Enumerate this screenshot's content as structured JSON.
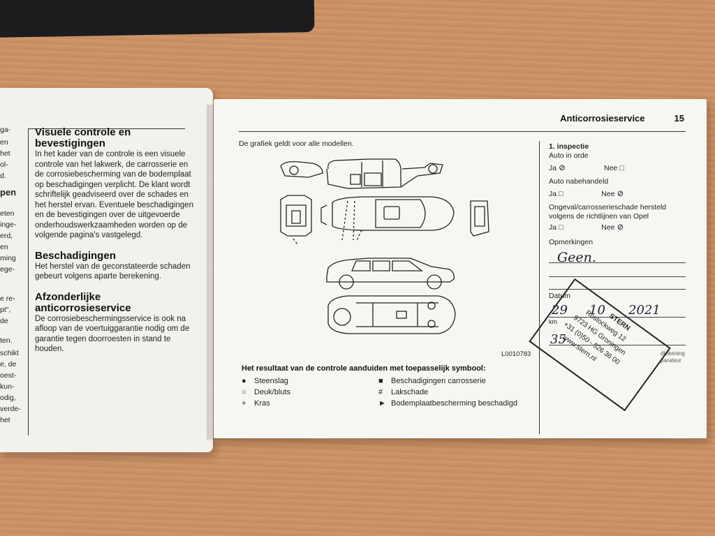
{
  "left_page": {
    "fragments": [
      "ga-",
      "en",
      "het",
      "ol-",
      "d.",
      "pen",
      "eten",
      "inge-",
      "erd,",
      "en",
      "ming",
      "ege-",
      "e re-",
      "pt\",",
      "de",
      "ten.",
      "schikt",
      "e, de",
      "oest-",
      "kun-",
      "odig,",
      "verde-",
      "het"
    ],
    "sections": [
      {
        "title": "Visuele controle en bevestigingen",
        "body": "In het kader van de controle is een visuele controle van het lakwerk, de carrosserie en de corrosiebescherming van de bodemplaat op beschadigingen verplicht. De klant wordt schriftelijk geadviseerd over de schades en het herstel ervan. Eventuele beschadigingen en de bevestigingen over de uitgevoerde onderhoudswerkzaamheden worden op de volgende pagina's vastgelegd."
      },
      {
        "title": "Beschadigingen",
        "body": "Het herstel van de geconstateerde schaden gebeurt volgens aparte berekening."
      },
      {
        "title": "Afzonderlijke anticorrosieservice",
        "body": "De corrosiebeschermingsservice is ook na afloop van de voertuiggarantie nodig om de garantie tegen doorroesten in stand te houden."
      }
    ]
  },
  "right_page": {
    "header_title": "Anticorrosieservice",
    "page_number": "15",
    "note": "De grafiek geldt voor alle modellen.",
    "diagram_code": "L0010783",
    "legend_title": "Het resultaat van de controle aanduiden met toepasselijk symbool:",
    "legend": [
      {
        "symbol": "●",
        "label": "Steenslag"
      },
      {
        "symbol": "○",
        "label": "Deuk/bluts"
      },
      {
        "symbol": "+",
        "label": "Kras"
      },
      {
        "symbol": "■",
        "label": "Beschadigingen carrosserie"
      },
      {
        "symbol": "#",
        "label": "Lakschade"
      },
      {
        "symbol": "►",
        "label": "Bodemplaatbescherming beschadigd"
      }
    ],
    "form": {
      "section": "1. inspectie",
      "q1": "Auto in orde",
      "q2": "Auto nabehandeld",
      "q3": "Ongeval/carrosserieschade hersteld volgens de richtlijnen van Opel",
      "ja": "Ja",
      "nee": "Nee",
      "checkbox": "□",
      "remarks_label": "Opmerkingen",
      "remarks_value": "Geen.",
      "date_label": "Datum",
      "date_day": "29",
      "date_month": "10",
      "date_year": "2021",
      "km_label": "km",
      "km_value": "35",
      "small_text_1": "dtekening",
      "small_text_2": "parateur"
    },
    "stamp": {
      "name": "STERN",
      "street": "Rostockweg 12",
      "city": "9723 HG Groningen",
      "phone": "+31 (0)50 - 526 36 00",
      "web": "www.stern.nl"
    }
  }
}
